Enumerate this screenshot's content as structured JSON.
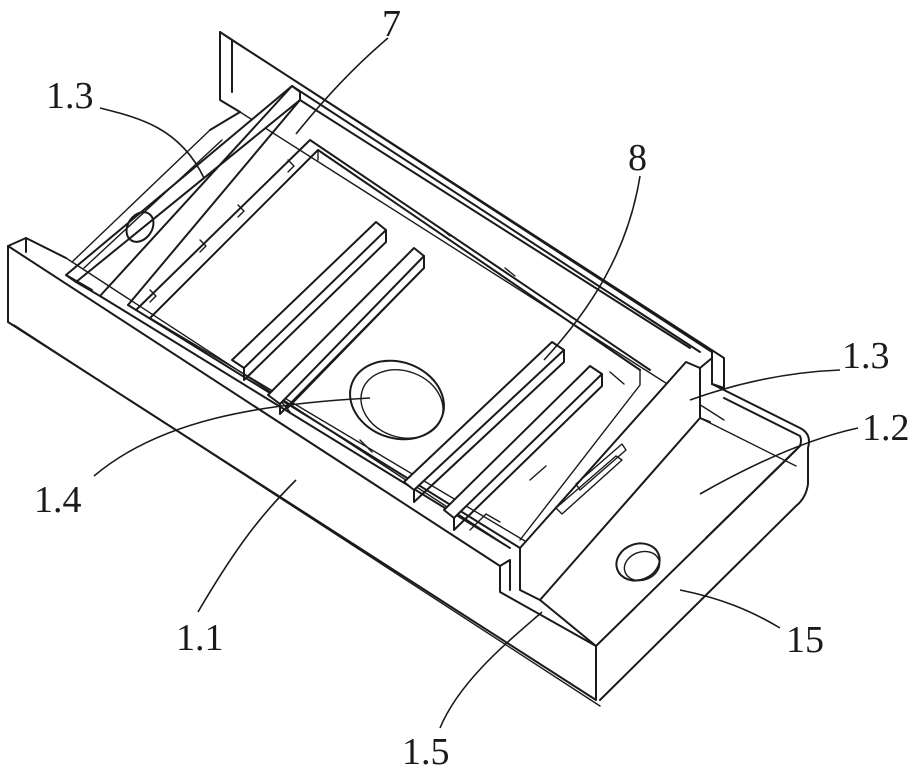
{
  "figure": {
    "background": "#ffffff",
    "line_color": "#1a1a1a",
    "callouts": [
      {
        "id": "callout-1-3-left",
        "text": "1.3"
      },
      {
        "id": "callout-7",
        "text": "7"
      },
      {
        "id": "callout-8",
        "text": "8"
      },
      {
        "id": "callout-1-3-right",
        "text": "1.3"
      },
      {
        "id": "callout-1-2",
        "text": "1.2"
      },
      {
        "id": "callout-1-4",
        "text": "1.4"
      },
      {
        "id": "callout-1-1",
        "text": "1.1"
      },
      {
        "id": "callout-15",
        "text": "15"
      },
      {
        "id": "callout-1-5",
        "text": "1.5"
      }
    ]
  }
}
